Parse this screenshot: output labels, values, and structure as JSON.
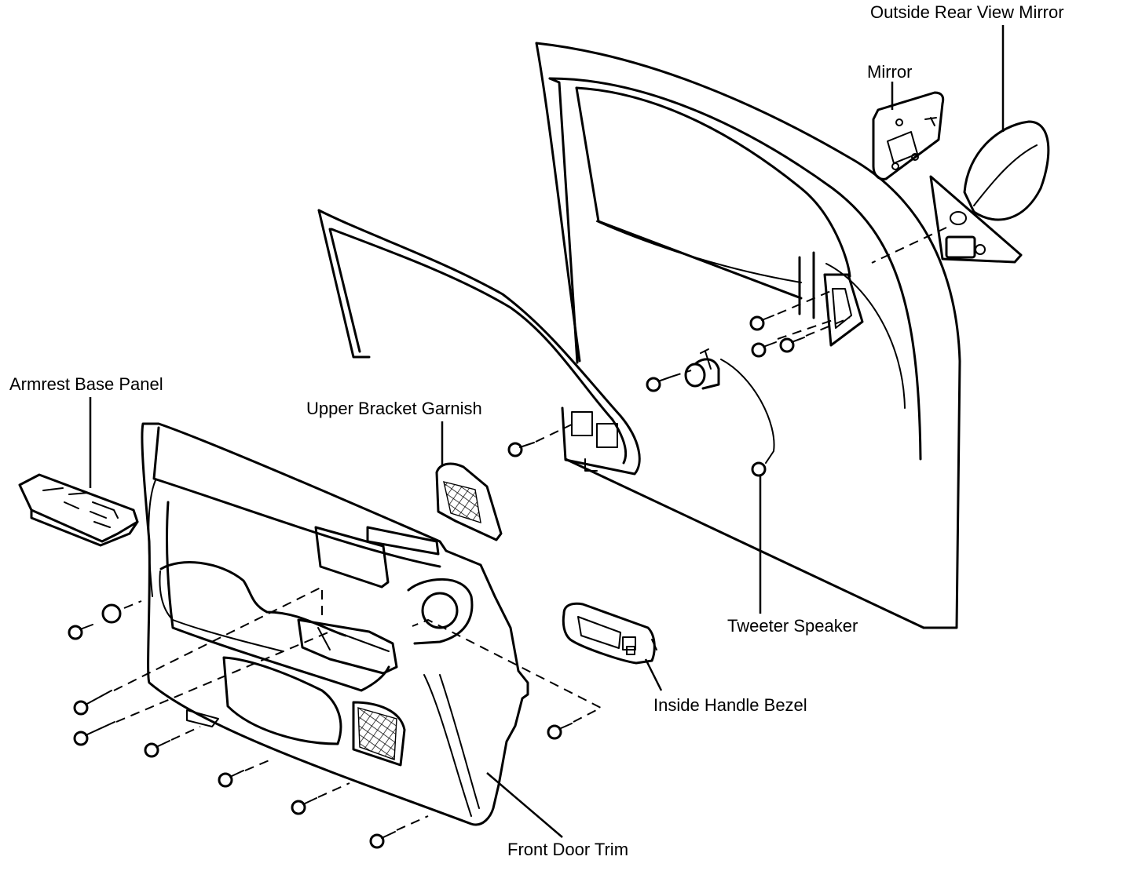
{
  "labels": {
    "outside_rear_view_mirror": "Outside Rear View Mirror",
    "mirror": "Mirror",
    "armrest_base_panel": "Armrest Base Panel",
    "upper_bracket_garnish": "Upper Bracket Garnish",
    "tweeter_speaker": "Tweeter Speaker",
    "inside_handle_bezel": "Inside Handle Bezel",
    "front_door_trim": "Front Door Trim"
  }
}
